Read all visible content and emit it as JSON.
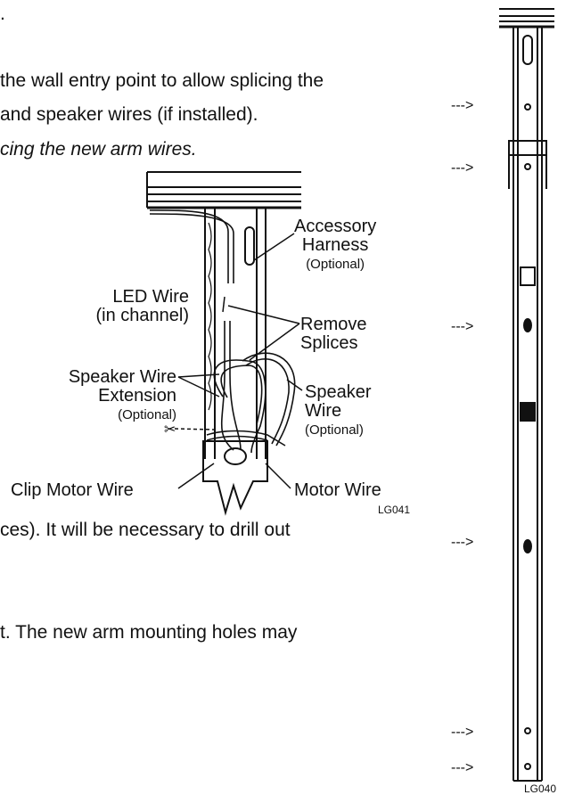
{
  "text": {
    "line0": ".",
    "line1": " the wall entry point to allow splicing the",
    "line2": " and speaker wires (if installed).",
    "line3": "cing the new arm wires.",
    "line4": "ces).  It will be necessary to drill out",
    "line5": "t.  The new arm mounting holes may"
  },
  "labels": {
    "accessory_1": "Accessory",
    "accessory_2": "Harness",
    "accessory_3": "(Optional)",
    "led_1": "LED Wire",
    "led_2": "(in channel)",
    "remove_1": "Remove",
    "remove_2": "Splices",
    "spk_ext_1": "Speaker Wire",
    "spk_ext_2": "Extension",
    "spk_ext_3": "(Optional)",
    "spk_1": "Speaker",
    "spk_2": "Wire",
    "spk_3": "(Optional)",
    "clip_motor": "Clip Motor Wire",
    "motor": "Motor Wire",
    "code_left": "LG041",
    "code_right": "LG040"
  },
  "arrows": [
    "--->",
    "--->",
    "--->",
    "--->",
    "--->",
    "--->"
  ]
}
